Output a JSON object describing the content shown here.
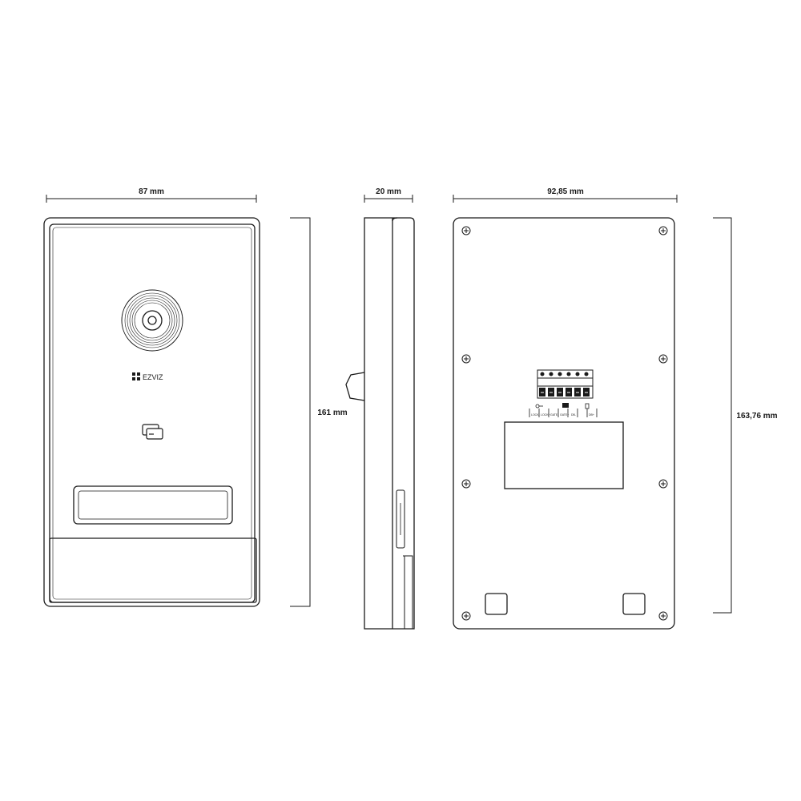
{
  "dimensions": {
    "front_width": "87 mm",
    "front_height": "161 mm",
    "side_depth": "20 mm",
    "back_width": "92,85 mm",
    "back_height": "163,76 mm"
  },
  "front": {
    "logo_text": "EZVIZ"
  },
  "terminals": [
    "LOCK-",
    "LOCK+",
    "GATE-",
    "GATE+",
    "DB-",
    "DB+"
  ],
  "colors": {
    "line": "#1a1a1a",
    "background": "#ffffff"
  }
}
